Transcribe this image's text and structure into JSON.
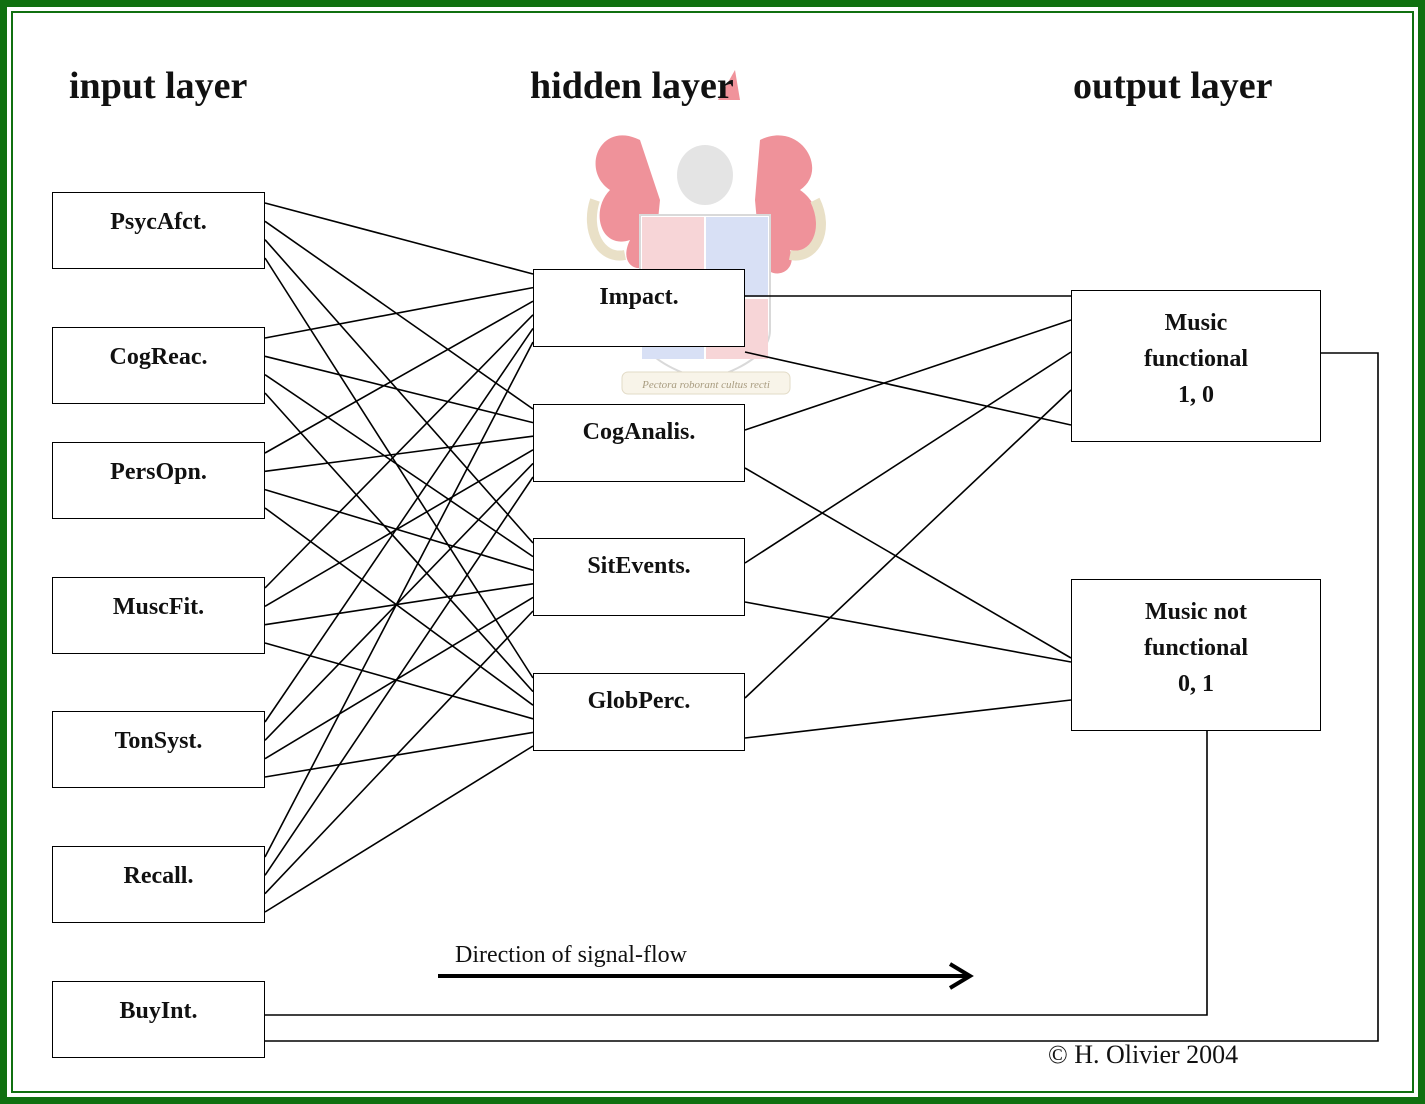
{
  "layers": {
    "input": "input layer",
    "hidden": "hidden layer",
    "output": "output layer"
  },
  "input_nodes": [
    "PsycAfct.",
    "CogReac.",
    "PersOpn.",
    "MuscFit.",
    "TonSyst.",
    "Recall.",
    "BuyInt."
  ],
  "hidden_nodes": [
    "Impact.",
    "CogAnalis.",
    "SitEvents.",
    "GlobPerc."
  ],
  "output_nodes": [
    {
      "lines": [
        "Music",
        "functional",
        "1, 0"
      ]
    },
    {
      "lines": [
        "Music not",
        "functional",
        "0, 1"
      ]
    }
  ],
  "flow_caption": "Direction of signal-flow",
  "copyright": "© H. Olivier 2004",
  "watermark_motto": "Pectora roborant cultus recti",
  "colors": {
    "frame": "#107010",
    "crest_red": "#e33a48",
    "crest_gold": "#d8c79a",
    "crest_blue": "#8fa8e0"
  }
}
